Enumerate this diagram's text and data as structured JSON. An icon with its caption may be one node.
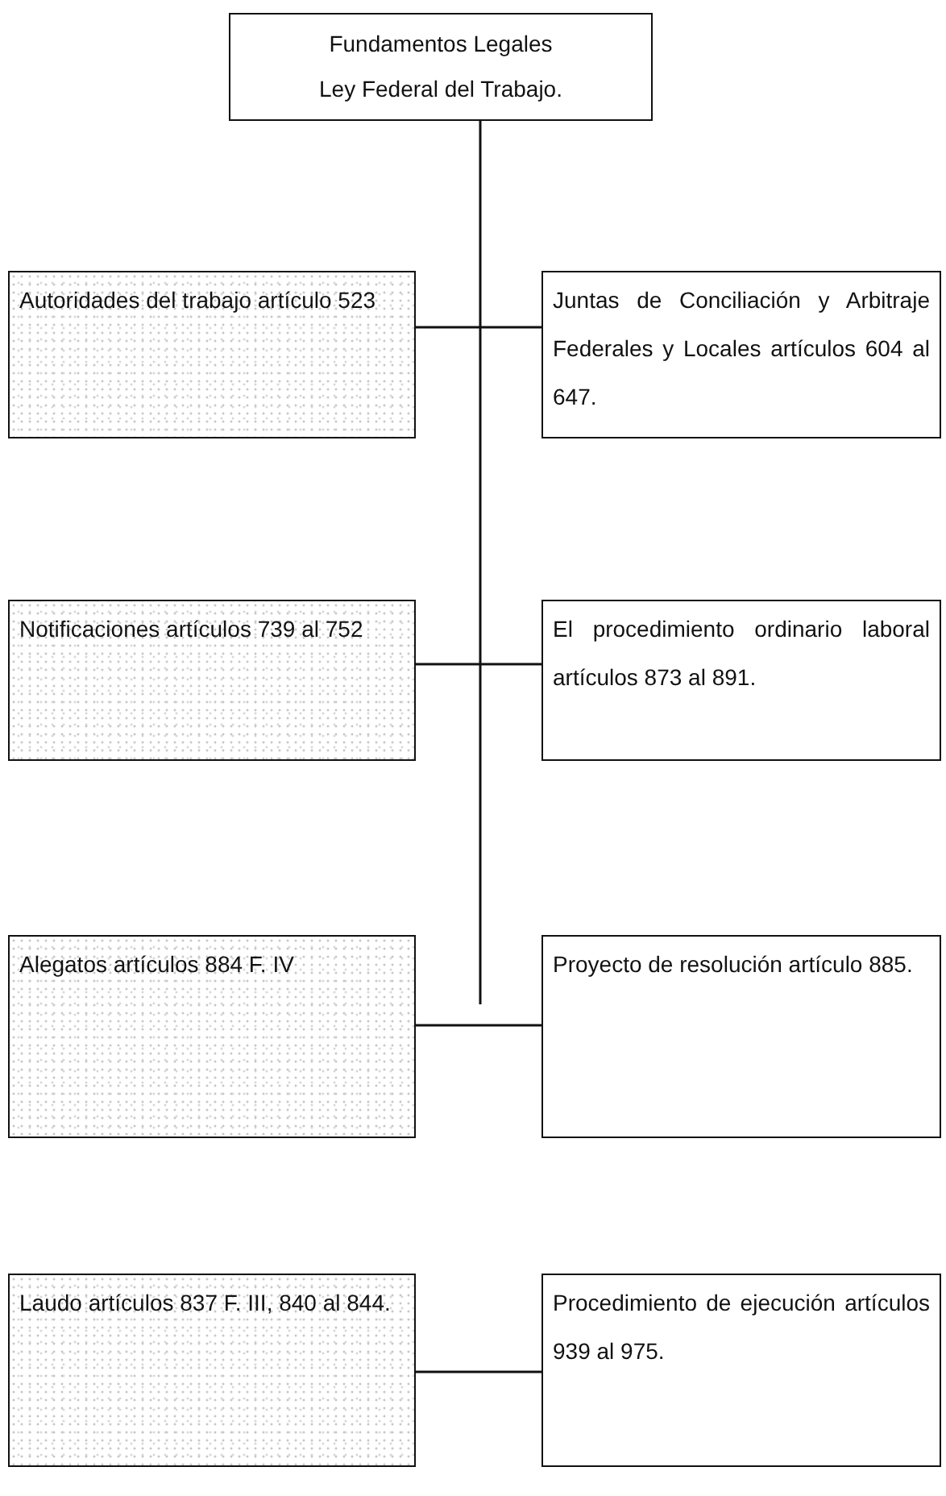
{
  "diagram": {
    "nodes": [
      {
        "text": [
          "Fundamentos Legales",
          "Ley Federal del Trabajo."
        ]
      },
      {
        "text": [
          "Autoridades del trabajo artículo 523"
        ]
      },
      {
        "text": [
          "Juntas de Conciliación y Arbitraje Federales y Locales artículos 604 al 647."
        ]
      },
      {
        "text": [
          "Notificaciones artículos 739 al 752"
        ]
      },
      {
        "text": [
          "El procedimiento ordinario laboral artículos 873 al 891."
        ]
      },
      {
        "text": [
          "Alegatos artículos 884 F. IV"
        ]
      },
      {
        "text": [
          "Proyecto de resolución artículo 885."
        ]
      },
      {
        "text": [
          "Laudo artículos 837 F. III, 840 al 844."
        ]
      },
      {
        "text": [
          "Procedimiento de ejecución artículos 939 al 975."
        ]
      }
    ],
    "edges": [
      {
        "from": 0,
        "to": null,
        "arrow": "none"
      },
      {
        "from": 1,
        "to": 2,
        "arrow": "none"
      },
      {
        "from": 3,
        "to": 4,
        "arrow": "none"
      },
      {
        "from": 5,
        "to": 6,
        "arrow": "none"
      },
      {
        "from": 7,
        "to": 8,
        "arrow": "none"
      }
    ]
  }
}
